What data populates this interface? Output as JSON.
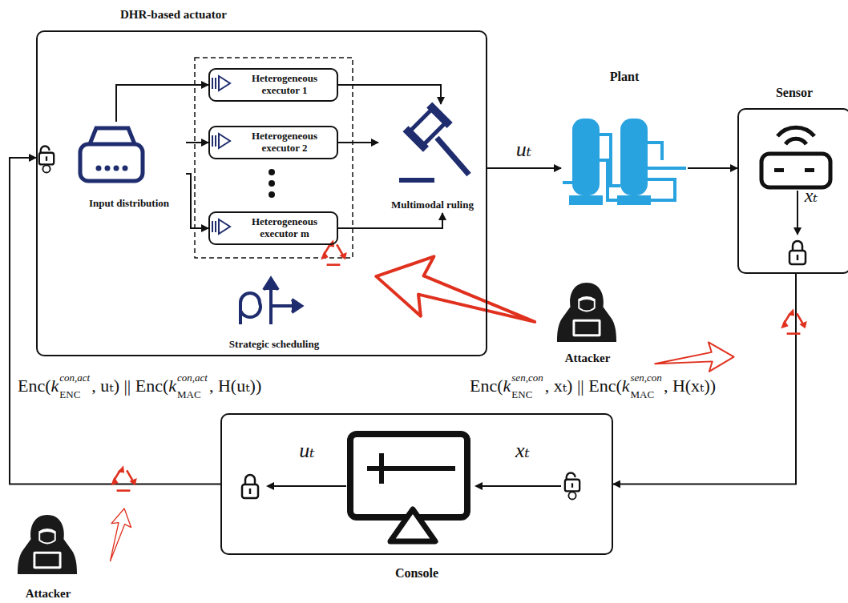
{
  "diagram": {
    "nodes": [
      {
        "text": [
          "DHR-based actuator"
        ]
      },
      {
        "text": [
          "Input distribution"
        ],
        "in": 0
      },
      {
        "text": [
          "Heterogeneous executor 1"
        ],
        "in": 0
      },
      {
        "text": [
          "Heterogeneous executor 2"
        ],
        "in": 0
      },
      {
        "text": [
          "Heterogeneous executor m"
        ],
        "in": 0
      },
      {
        "text": [
          "Multimodal ruling"
        ],
        "in": 0
      },
      {
        "text": [
          "Strategic scheduling"
        ],
        "in": 0
      },
      {
        "text": [
          "Plant"
        ]
      },
      {
        "text": [
          "Sensor"
        ]
      },
      {
        "text": [
          "Console"
        ]
      }
    ],
    "edges": [
      {
        "from": 1,
        "to": 2,
        "arrow": "to"
      },
      {
        "from": 1,
        "to": 3,
        "arrow": "to"
      },
      {
        "from": 1,
        "to": 4,
        "arrow": "to"
      },
      {
        "from": 2,
        "to": 5,
        "arrow": "to"
      },
      {
        "from": 3,
        "to": 5,
        "arrow": "to"
      },
      {
        "from": 4,
        "to": 5,
        "arrow": "to"
      },
      {
        "from": 5,
        "to": 7,
        "label": "uₜ",
        "arrow": "to"
      },
      {
        "from": 7,
        "to": 8,
        "arrow": "to"
      },
      {
        "from": 8,
        "to": 9,
        "arrow": "to"
      },
      {
        "from": 9,
        "to": 0,
        "arrow": "to"
      }
    ],
    "labels": [
      "uₜ",
      "xₜ",
      "xₜ",
      "Attacker",
      "Attacker",
      "Enc(",
      "k",
      "con,act",
      "ENC",
      ", uₜ) || Enc(",
      "k",
      "con,act",
      "MAC",
      ", H(uₜ))",
      "Enc(",
      "k",
      "sen,con",
      "ENC",
      ", xₜ) || Enc(",
      "k",
      "sen,con",
      "MAC",
      ", H(xₜ))"
    ]
  }
}
